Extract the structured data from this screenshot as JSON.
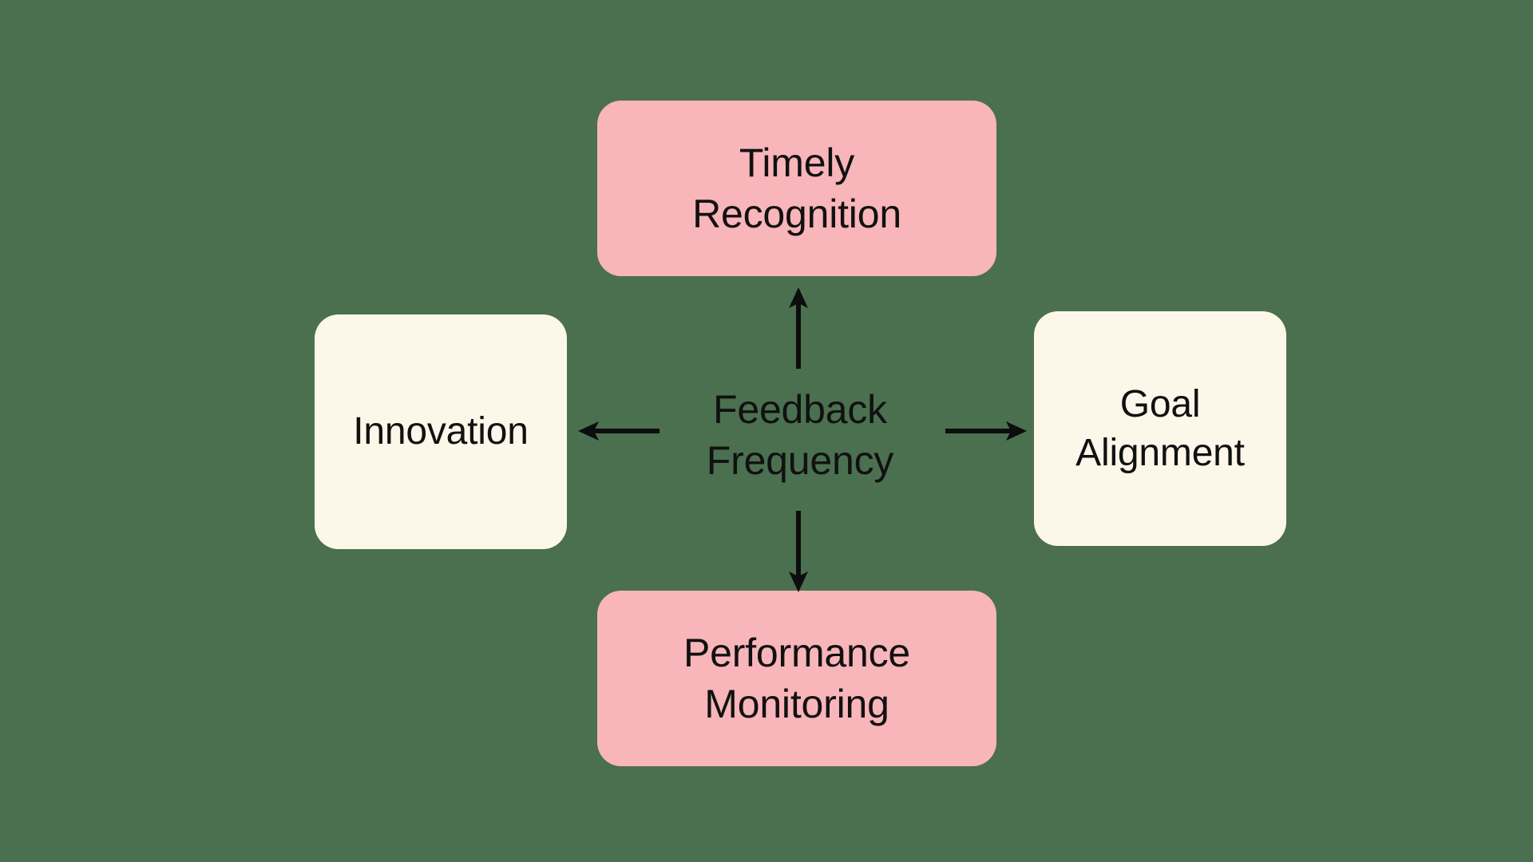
{
  "diagram": {
    "type": "radial-relationship-diagram",
    "background_color": "#4a7050",
    "center": {
      "id": "feedback-frequency",
      "label": "Feedback Frequency",
      "line1": "Feedback",
      "line2": "Frequency",
      "has_box": false,
      "text_color": "#111111"
    },
    "nodes": [
      {
        "id": "timely-recognition",
        "label": "Timely Recognition",
        "line1": "Timely",
        "line2": "Recognition",
        "position": "top",
        "fill_color": "#f8b5ba",
        "text_color": "#111111",
        "shape": "rounded-rectangle"
      },
      {
        "id": "goal-alignment",
        "label": "Goal Alignment",
        "line1": "Goal",
        "line2": "Alignment",
        "position": "right",
        "fill_color": "#fdf7ea",
        "text_color": "#111111",
        "shape": "rounded-rectangle"
      },
      {
        "id": "performance-monitoring",
        "label": "Performance Monitoring",
        "line1": "Performance",
        "line2": "Monitoring",
        "position": "bottom",
        "fill_color": "#f8b5ba",
        "text_color": "#111111",
        "shape": "rounded-rectangle"
      },
      {
        "id": "innovation",
        "label": "Innovation",
        "line1": "Innovation",
        "line2": "",
        "position": "left",
        "fill_color": "#fdf7ea",
        "text_color": "#111111",
        "shape": "rounded-rectangle"
      }
    ],
    "connectors": [
      {
        "id": "arrow-up",
        "from": "feedback-frequency",
        "to": "timely-recognition",
        "direction": "up",
        "style": "solid-single-arrowhead",
        "color": "#0d0d0d"
      },
      {
        "id": "arrow-right",
        "from": "feedback-frequency",
        "to": "goal-alignment",
        "direction": "right",
        "style": "solid-single-arrowhead",
        "color": "#0d0d0d"
      },
      {
        "id": "arrow-down",
        "from": "feedback-frequency",
        "to": "performance-monitoring",
        "direction": "down",
        "style": "solid-single-arrowhead",
        "color": "#0d0d0d"
      },
      {
        "id": "arrow-left",
        "from": "feedback-frequency",
        "to": "innovation",
        "direction": "left",
        "style": "solid-single-arrowhead",
        "color": "#0d0d0d"
      }
    ]
  }
}
